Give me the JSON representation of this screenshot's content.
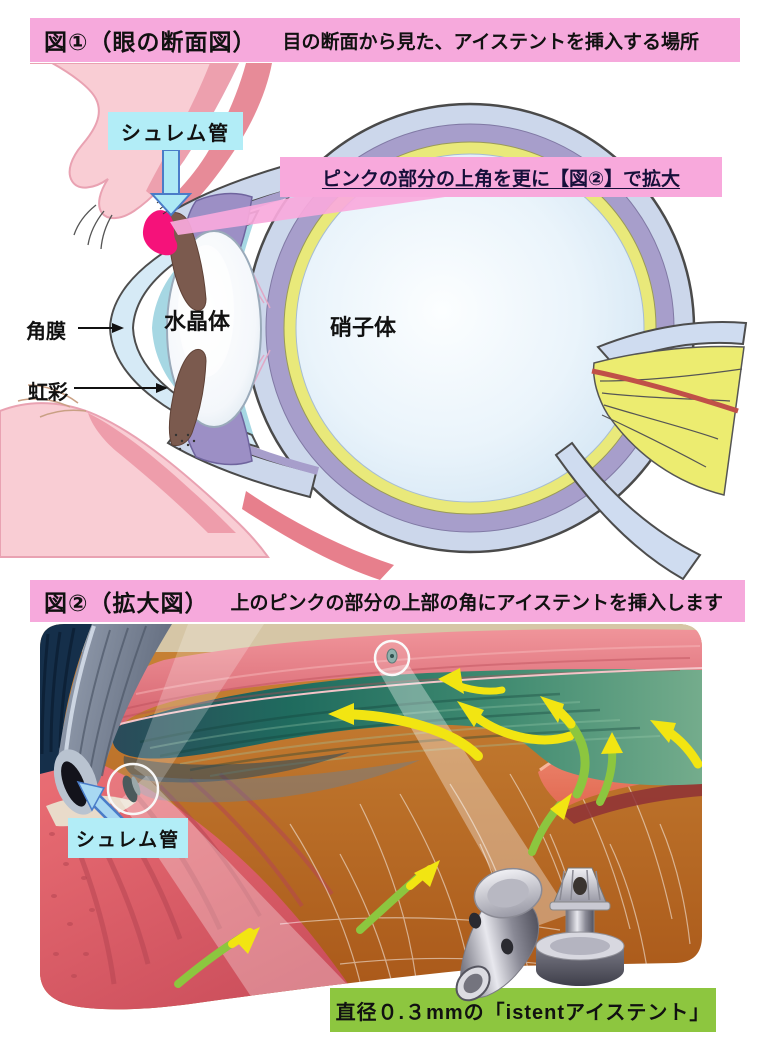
{
  "fig1": {
    "header": {
      "title": "図①（眼の断面図）",
      "subtitle": "目の断面から見た、アイステントを挿入する場所"
    },
    "labels": {
      "schlemm": "シュレム管",
      "callout": "ピンクの部分の上角を更に【図②】で拡大",
      "cornea": "角膜",
      "iris": "虹彩",
      "lens": "水晶体",
      "vitreous": "硝子体"
    }
  },
  "fig2": {
    "header": {
      "title": "図②（拡大図）",
      "subtitle": "上のピンクの部分の上部の角にアイステントを挿入します"
    },
    "labels": {
      "schlemm": "シュレム管"
    },
    "caption": "直径０.３mmの「istentアイステント」"
  },
  "colors": {
    "header_pink": "#f6a9dc",
    "label_cyan": "#b2edf7",
    "callout_pink": "#f8a9dc",
    "caption_green": "#8dc63f",
    "highlight_magenta": "#f5127a",
    "arrow_yellow": "#f2e512",
    "arrow_green": "#8cc63f"
  }
}
